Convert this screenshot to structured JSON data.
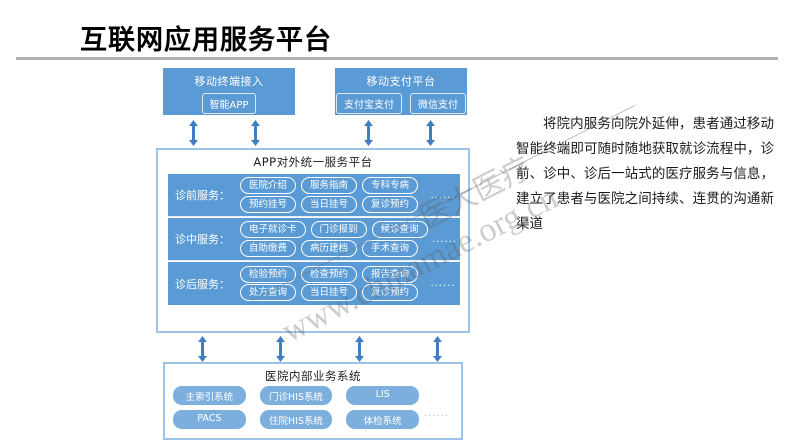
{
  "title": "互联网应用服务平台",
  "top_boxes": [
    {
      "name": "移动终端接入",
      "chips": [
        "智能APP"
      ]
    },
    {
      "name": "移动支付平台",
      "chips": [
        "支付宝支付",
        "微信支付"
      ]
    }
  ],
  "platform": {
    "title": "APP对外统一服务平台",
    "dots": "......",
    "rows": [
      {
        "label": "诊前服务：",
        "line1": [
          "医院介绍",
          "服务指南",
          "专科专病"
        ],
        "line2": [
          "预约挂号",
          "当日挂号",
          "复诊预约"
        ]
      },
      {
        "label": "诊中服务：",
        "line1": [
          "电子就诊卡",
          "门诊报到",
          "候诊查询"
        ],
        "line2": [
          "自助缴费",
          "病历建档",
          "手术查询"
        ]
      },
      {
        "label": "诊后服务：",
        "line1": [
          "检验预约",
          "检查预约",
          "报告查询"
        ],
        "line2": [
          "处方查询",
          "当日挂号",
          "复诊预约"
        ]
      }
    ]
  },
  "hospital": {
    "title": "医院内部业务系统",
    "dots": "......",
    "line1": [
      "主索引系统",
      "门诊HIS系统",
      "LIS"
    ],
    "line2": [
      "PACS",
      "住院HIS系统",
      "体检系统"
    ]
  },
  "description": "将院内服务向院外延伸，患者通过移动智能终端即可随时随地获取就诊流程中，诊前、诊中、诊后一站式的医疗服务与信息，建立了患者与医院之间持续、连贯的沟通新渠道",
  "watermark": {
    "line1": "www.chinamae.org.cn",
    "line2": "医大医疗"
  },
  "colors": {
    "accent_blue": "#5b9bd5",
    "light_blue_border": "#9dc3e6",
    "pill_blue": "#7cafdd",
    "rule_gray": "#b0b0b0"
  }
}
